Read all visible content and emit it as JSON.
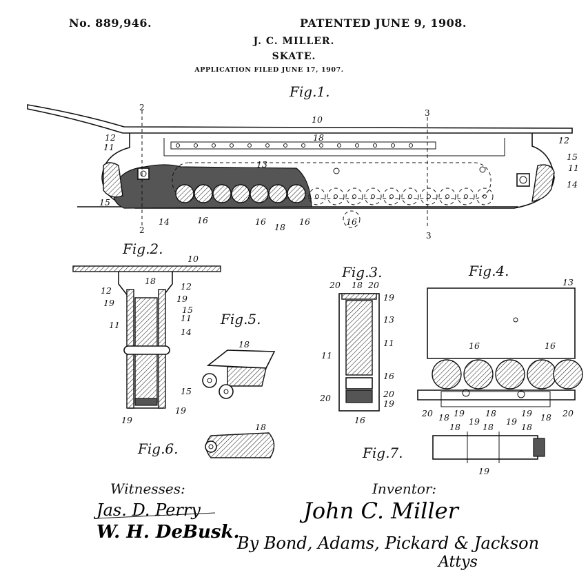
{
  "header": {
    "patent_number": "No. 889,946.",
    "patent_date": "PATENTED JUNE 9, 1908.",
    "inventor": "J. C. MILLER.",
    "title": "SKATE.",
    "filed": "APPLICATION FILED JUNE 17, 1907."
  },
  "figures": {
    "fig1": "Fig.1.",
    "fig2": "Fig.2.",
    "fig3": "Fig.3.",
    "fig4": "Fig.4.",
    "fig5": "Fig.5.",
    "fig6": "Fig.6.",
    "fig7": "Fig.7."
  },
  "section_marks": {
    "two": "2",
    "three": "3"
  },
  "refs": {
    "r10": "10",
    "r11": "11",
    "r12": "12",
    "r13": "13",
    "r14": "14",
    "r15": "15",
    "r16": "16",
    "r18": "18",
    "r19": "19",
    "r20": "20"
  },
  "signatures": {
    "witnesses_label": "Witnesses:",
    "inventor_label": "Inventor:",
    "witness_1": "Jas. D. Perry",
    "witness_2": "W. H. DeBusk.",
    "inventor_name": "John C. Miller",
    "attorneys": "By Bond, Adams, Pickard & Jackson",
    "attys_abbrev": "Attys"
  }
}
